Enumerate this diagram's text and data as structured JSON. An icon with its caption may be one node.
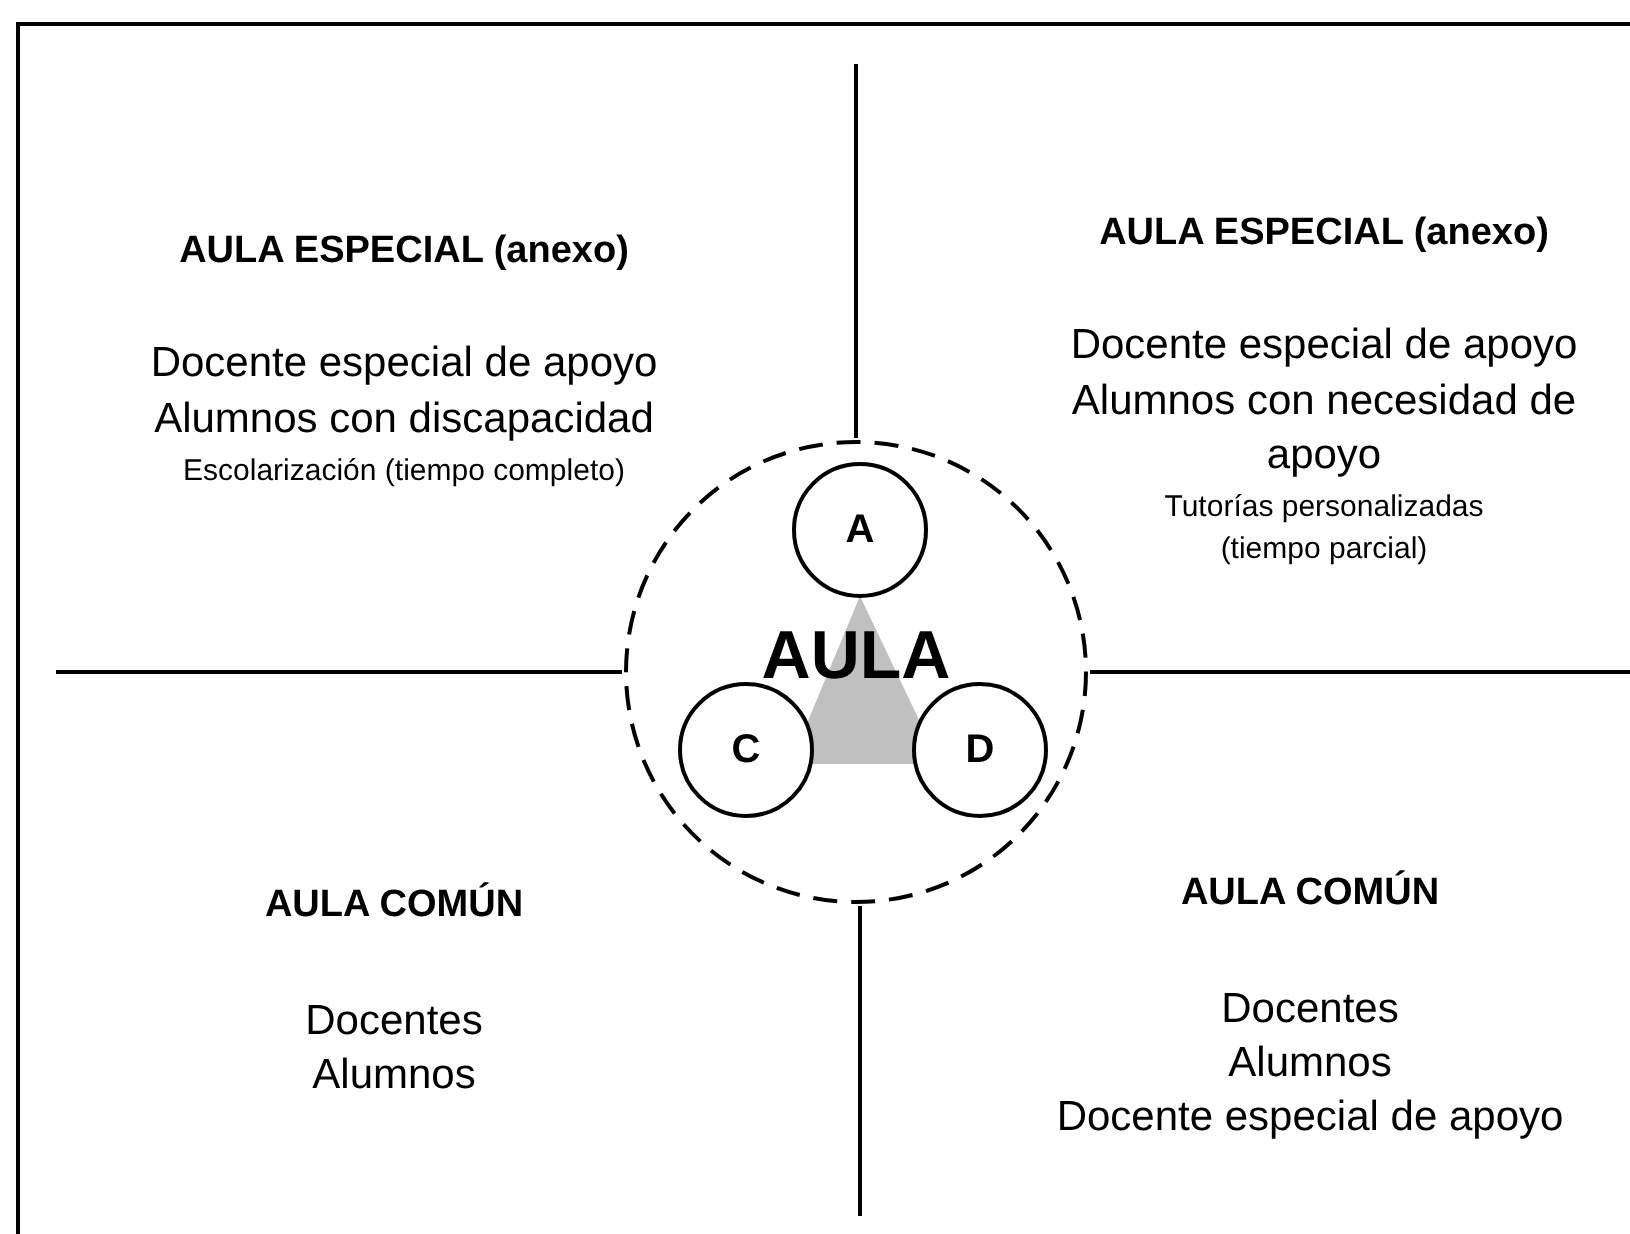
{
  "diagram": {
    "nodes": [
      {
        "text": [
          "AULA"
        ]
      },
      {
        "text": [
          "A"
        ],
        "in": 0
      },
      {
        "text": [
          "C"
        ],
        "in": 0
      },
      {
        "text": [
          "D"
        ],
        "in": 0
      }
    ],
    "edges": [],
    "labels": [
      "AULA ESPECIAL (anexo)",
      "Docente especial de apoyo",
      "Alumnos con discapacidad",
      "Escolarización (tiempo completo)",
      "AULA ESPECIAL (anexo)",
      "Docente especial de apoyo",
      "Alumnos con necesidad de apoyo",
      "Tutorías personalizadas (tiempo parcial)",
      "AULA COMÚN",
      "Docentes",
      "Alumnos",
      "AULA COMÚN",
      "Docentes",
      "Alumnos",
      "Docente especial de apoyo"
    ]
  }
}
